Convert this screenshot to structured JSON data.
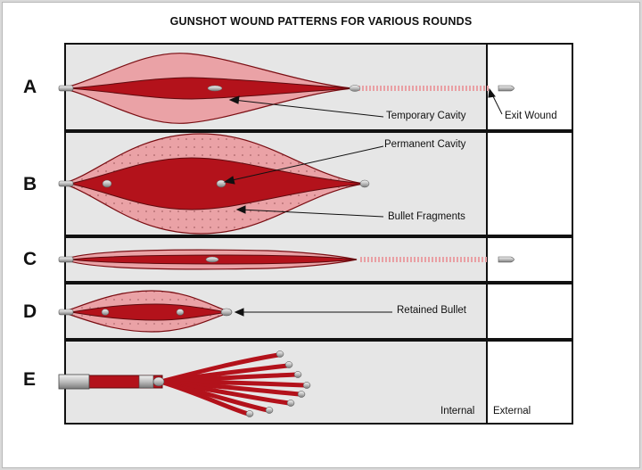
{
  "title": "GUNSHOT WOUND PATTERNS FOR VARIOUS ROUNDS",
  "rows": [
    {
      "letter": "A"
    },
    {
      "letter": "B"
    },
    {
      "letter": "C"
    },
    {
      "letter": "D"
    },
    {
      "letter": "E"
    }
  ],
  "labels": {
    "temporary_cavity": "Temporary Cavity",
    "exit_wound": "Exit Wound",
    "permanent_cavity": "Permanent Cavity",
    "bullet_fragments": "Bullet Fragments",
    "retained_bullet": "Retained Bullet",
    "internal": "Internal",
    "external": "External"
  },
  "colors": {
    "temporary_cavity": "#eaa2a6",
    "permanent_cavity": "#b3121b",
    "outline": "#7a0d12",
    "panel_internal": "#e6e6e6",
    "panel_external": "#ffffff",
    "bullet": "#b9b9b9"
  }
}
